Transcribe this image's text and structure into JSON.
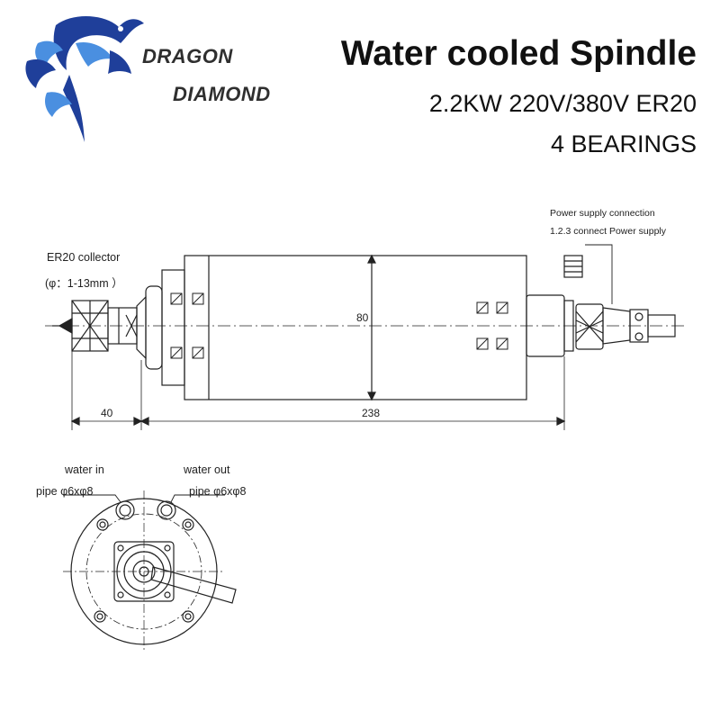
{
  "header": {
    "brand_line1": "DRAGON",
    "brand_line2": "DIAMOND",
    "title": "Water cooled Spindle",
    "subtitle_spec": "2.2KW 220V/380V ER20",
    "subtitle_bearings": "4 BEARINGS"
  },
  "side_view": {
    "collector_label": "ER20 collector",
    "collector_range": "(φ：1-13mm ）",
    "power_label_line1": "Power supply connection",
    "power_label_line2": "1.2.3 connect Power supply",
    "dim_diameter": "80",
    "dim_nose_length": "40",
    "dim_body_length": "238"
  },
  "front_view": {
    "water_in_label": "water in",
    "water_in_pipe": "pipe φ6xφ8",
    "water_out_label": "water out",
    "water_out_pipe": "pipe φ6xφ8"
  },
  "colors": {
    "logo_dark_blue": "#1f3f9a",
    "logo_light_blue": "#4a8fe0",
    "line": "#222222"
  }
}
